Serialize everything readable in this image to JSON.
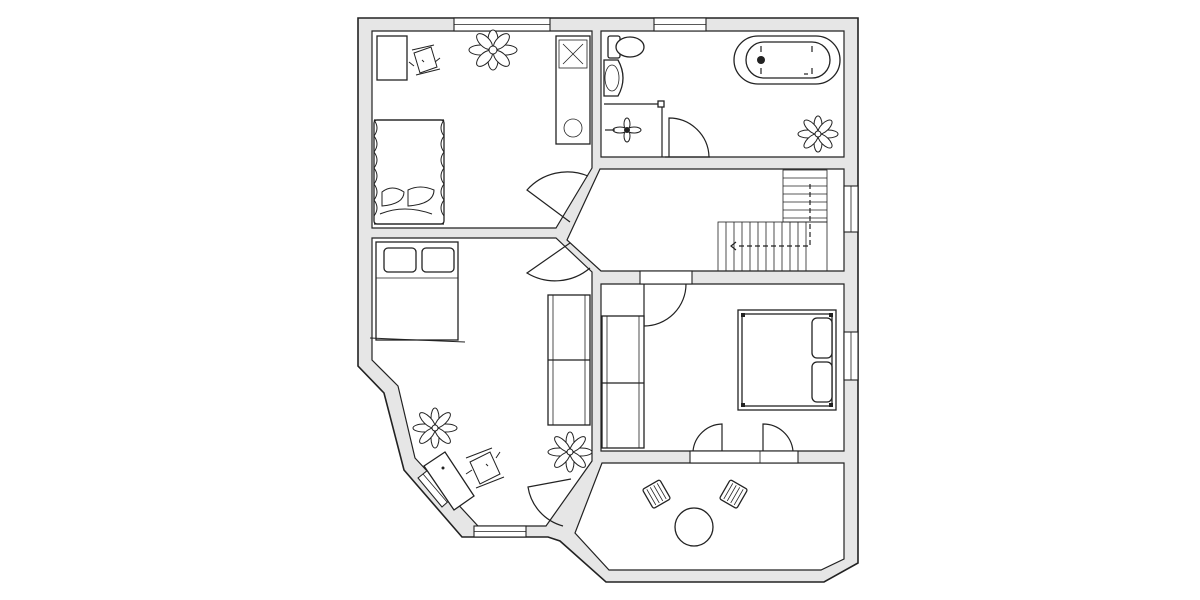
{
  "plan": {
    "wall_fill": "#e6e6e6",
    "line_color": "#222222",
    "background": "#ffffff"
  },
  "rooms": [
    {
      "id": "bedroom-top-left",
      "furniture": [
        "single-bed",
        "desk",
        "office-chair",
        "shelf-unit",
        "plant"
      ]
    },
    {
      "id": "bathroom",
      "furniture": [
        "toilet",
        "sink",
        "bathtub",
        "shower",
        "plant"
      ]
    },
    {
      "id": "hallway",
      "furniture": [
        "stairs"
      ]
    },
    {
      "id": "bedroom-left",
      "furniture": [
        "double-bed",
        "wardrobe",
        "desk",
        "office-chair",
        "plant",
        "plant"
      ]
    },
    {
      "id": "bedroom-right",
      "furniture": [
        "double-bed",
        "wardrobe"
      ]
    },
    {
      "id": "balcony",
      "furniture": [
        "round-table",
        "chair",
        "chair"
      ]
    }
  ],
  "icons": [
    "door-icon",
    "window-icon",
    "plant-icon",
    "chair-icon",
    "bed-icon",
    "toilet-icon",
    "sink-icon",
    "bathtub-icon",
    "stairs-icon"
  ]
}
